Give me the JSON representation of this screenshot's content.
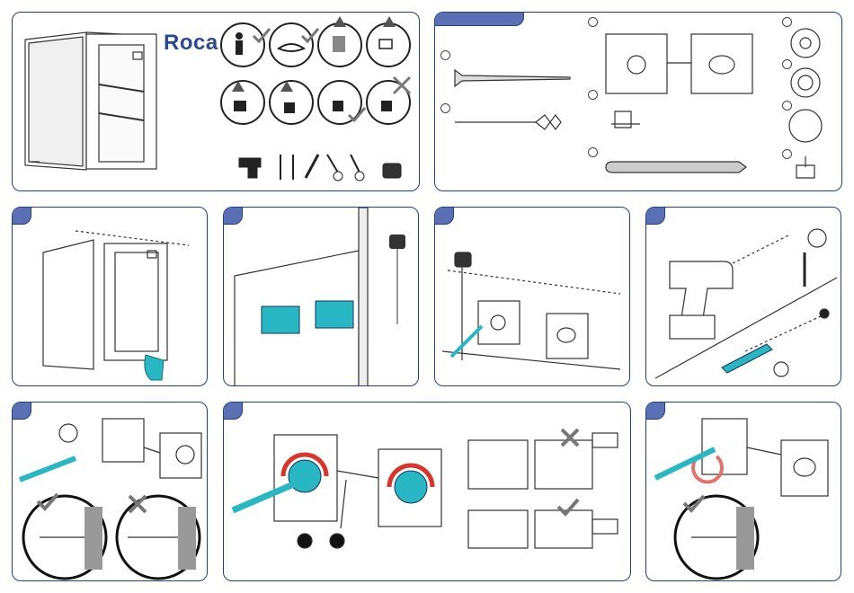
{
  "document": {
    "brand": "Roca",
    "colors": {
      "frame": "#1f3f86",
      "badge": "#5b6fb4",
      "accent_teal": "#2ab7c4",
      "warning_red": "#d9362b",
      "line_gray": "#555555"
    },
    "panels": [
      {
        "id": "overview",
        "icons": [
          "cabinet-illustration",
          "roca-logo",
          "one-person-check-icon",
          "safety-glasses-check-icon",
          "check-wiring-warning-icon",
          "check-pipes-warning-icon",
          "drill-hit-pipe-warning-icon",
          "drill-hit-cable-warning-icon",
          "drill-solid-wall-check-icon",
          "drill-hollow-wall-cross-icon",
          "drill-tool-icon",
          "drill-bit-icon",
          "drill-bit-icon",
          "pencil-icon",
          "phillips-screwdriver-icon",
          "flat-screwdriver-icon",
          "tape-measure-icon"
        ]
      },
      {
        "id": "parts",
        "icons": [
          "long-screw-icon",
          "wall-plug-icon",
          "wall-brackets-icon",
          "shelf-support-icon",
          "long-bolt-icon",
          "washer-icon",
          "washer-icon",
          "cap-icon",
          "adjuster-icon"
        ]
      },
      {
        "id": "step-1",
        "icons": [
          "open-cabinet-icon",
          "hand-icon"
        ]
      },
      {
        "id": "step-2",
        "icons": [
          "cabinet-back-brackets-icon",
          "tape-measure-icon"
        ]
      },
      {
        "id": "step-3",
        "icons": [
          "tape-measure-icon",
          "wall-brackets-icon",
          "pencil-icon"
        ]
      },
      {
        "id": "step-4",
        "icons": [
          "cordless-drill-icon",
          "drill-bit-icon",
          "wall-plug-icon"
        ]
      },
      {
        "id": "step-5",
        "icons": [
          "screwdriver-icon",
          "wall-brackets-icon",
          "check-detail-icon",
          "cross-detail-icon"
        ]
      },
      {
        "id": "step-6",
        "icons": [
          "rotation-arrow-icon",
          "rotation-arrow-icon",
          "screwdriver-icon",
          "eyes-icon",
          "misaligned-cross-icon",
          "aligned-check-icon"
        ]
      },
      {
        "id": "step-7",
        "icons": [
          "screwdriver-icon",
          "rotation-arrow-icon",
          "wall-brackets-icon",
          "check-detail-icon"
        ]
      }
    ]
  }
}
